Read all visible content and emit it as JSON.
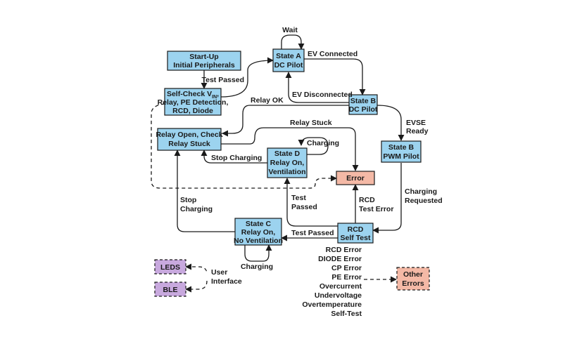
{
  "states": {
    "startup": {
      "line1": "Start-Up",
      "line2": "Initial Peripherals"
    },
    "selfcheck": {
      "line1a": "Self-Check V",
      "line1sub": "IN",
      "line1b": ",",
      "line2": "Relay, PE Detection,",
      "line3": "RCD, Diode"
    },
    "state_a": {
      "line1": "State A",
      "line2": "DC Pilot"
    },
    "state_b_dc": {
      "line1": "State B",
      "line2": "DC Pilot"
    },
    "state_b_pwm": {
      "line1": "State B",
      "line2": "PWM Pilot"
    },
    "relay_open": {
      "line1": "Relay Open, Check",
      "line2": "Relay Stuck"
    },
    "state_d": {
      "line1": "State D",
      "line2": "Relay On,",
      "line3": "Ventilation"
    },
    "error": {
      "label": "Error"
    },
    "rcd_self_test": {
      "line1": "RCD",
      "line2": "Self Test"
    },
    "state_c": {
      "line1": "State C",
      "line2": "Relay On,",
      "line3": "No Ventilation"
    },
    "leds": {
      "label": "LEDS"
    },
    "ble": {
      "label": "BLE"
    },
    "other_errors": {
      "line1": "Other",
      "line2": "Errors"
    }
  },
  "transitions": {
    "wait": "Wait",
    "ev_connected": "EV Connected",
    "ev_disconnected": "EV Disconnected",
    "test_passed_top": "Test Passed",
    "relay_ok": "Relay OK",
    "relay_stuck": "Relay Stuck",
    "evse_ready_1": "EVSE",
    "evse_ready_2": "Ready",
    "charging_d": "Charging",
    "stop_charging_d": "Stop Charging",
    "charging_requested_1": "Charging",
    "charging_requested_2": "Requested",
    "test_passed_d_1": "Test",
    "test_passed_d_2": "Passed",
    "rcd_test_error_1": "RCD",
    "rcd_test_error_2": "Test Error",
    "stop_charging_c_1": "Stop",
    "stop_charging_c_2": "Charging",
    "test_passed_c": "Test Passed",
    "charging_c": "Charging",
    "user_interface_1": "User",
    "user_interface_2": "Interface"
  },
  "error_list": [
    "RCD Error",
    "DIODE Error",
    "CP Error",
    "PE Error",
    "Overcurrent",
    "Undervoltage",
    "Overtemperature",
    "Self-Test"
  ],
  "colors": {
    "state_fill": "#9cd3ef",
    "error_fill": "#f4b9a6",
    "ui_fill": "#c8a9de"
  }
}
